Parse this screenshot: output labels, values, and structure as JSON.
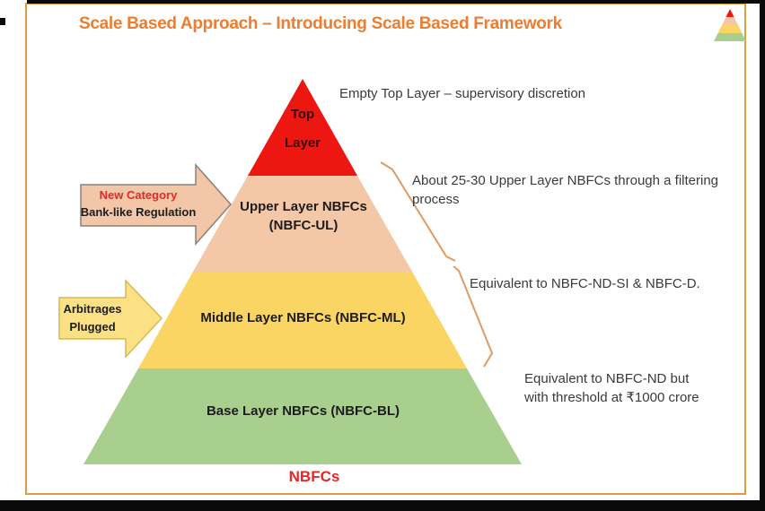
{
  "header": {
    "title": "Scale Based Approach – Introducing Scale Based Framework"
  },
  "pyramid": {
    "top": {
      "line1": "Top",
      "line2": "Layer"
    },
    "upper": {
      "line1": "Upper Layer NBFCs",
      "line2": "(NBFC-UL)"
    },
    "middle": {
      "label": "Middle Layer NBFCs (NBFC-ML)"
    },
    "base": {
      "label": "Base Layer NBFCs (NBFC-BL)"
    },
    "footer": "NBFCs"
  },
  "annotations": {
    "top": "Empty Top Layer – supervisory discretion",
    "upper_line1": "About 25-30 Upper Layer NBFCs through a filtering",
    "upper_line2": "process",
    "middle": "Equivalent to NBFC-ND-SI & NBFC-D.",
    "base_line1": "Equivalent to NBFC-ND but",
    "base_line2": "with threshold at ₹1000 crore"
  },
  "arrows": {
    "upper": {
      "line1": "New Category",
      "line2": "Bank-like Regulation"
    },
    "middle": {
      "line1": "Arbitrages",
      "line2": "Plugged"
    }
  },
  "icons": {
    "mini_pyramid": "pyramid-legend-icon"
  },
  "colors": {
    "title_orange": "#ed7d31",
    "slide_border": "#dd9c40",
    "bracket": "#e09a62",
    "top_layer_red": "#ee1611",
    "upper_layer_peach": "#f4c7a6",
    "middle_layer_yellow": "#fbd563",
    "base_layer_green": "#a9cf8e",
    "arrow_upper_fill": "#f2c6a6",
    "arrow_upper_stroke": "#8a8078",
    "arrow_middle_fill": "#fce184",
    "arrow_middle_stroke": "#d9b84e",
    "nbfcs_red": "#e92525",
    "new_category_red": "#e12b2b"
  }
}
